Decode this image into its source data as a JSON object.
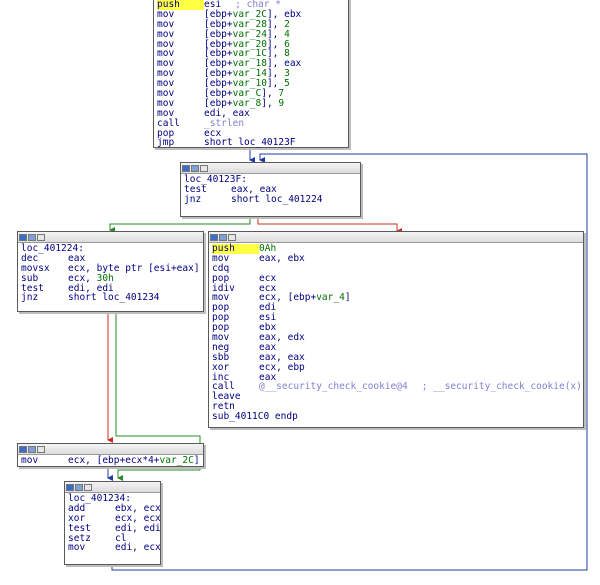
{
  "title_icons": [
    "graph-node-icon",
    "comment-node-icon",
    "color-node-icon"
  ],
  "colors": {
    "edge_blue": "#1e3ca0",
    "edge_green": "#2a8a2a",
    "edge_red": "#c83020",
    "highlight": "#ffff44",
    "text": "#000080",
    "number": "#007000"
  },
  "nodes": {
    "top": {
      "lines": [
        {
          "mn": "push",
          "op": "esi",
          "cmt": "; char *",
          "hl": true
        },
        {
          "mn": "mov",
          "parts": [
            {
              "t": "[ebp+"
            },
            {
              "t": "var_2C",
              "c": "var"
            },
            {
              "t": "], ebx"
            }
          ]
        },
        {
          "mn": "mov",
          "parts": [
            {
              "t": "[ebp+"
            },
            {
              "t": "var_28",
              "c": "var"
            },
            {
              "t": "], "
            },
            {
              "t": "2",
              "c": "num"
            }
          ]
        },
        {
          "mn": "mov",
          "parts": [
            {
              "t": "[ebp+"
            },
            {
              "t": "var_24",
              "c": "var"
            },
            {
              "t": "], "
            },
            {
              "t": "4",
              "c": "num"
            }
          ]
        },
        {
          "mn": "mov",
          "parts": [
            {
              "t": "[ebp+"
            },
            {
              "t": "var_20",
              "c": "var"
            },
            {
              "t": "], "
            },
            {
              "t": "6",
              "c": "num"
            }
          ]
        },
        {
          "mn": "mov",
          "parts": [
            {
              "t": "[ebp+"
            },
            {
              "t": "var_1C",
              "c": "var"
            },
            {
              "t": "], "
            },
            {
              "t": "8",
              "c": "num"
            }
          ]
        },
        {
          "mn": "mov",
          "parts": [
            {
              "t": "[ebp+"
            },
            {
              "t": "var_18",
              "c": "var"
            },
            {
              "t": "], eax"
            }
          ]
        },
        {
          "mn": "mov",
          "parts": [
            {
              "t": "[ebp+"
            },
            {
              "t": "var_14",
              "c": "var"
            },
            {
              "t": "], "
            },
            {
              "t": "3",
              "c": "num"
            }
          ]
        },
        {
          "mn": "mov",
          "parts": [
            {
              "t": "[ebp+"
            },
            {
              "t": "var_10",
              "c": "var"
            },
            {
              "t": "], "
            },
            {
              "t": "5",
              "c": "num"
            }
          ]
        },
        {
          "mn": "mov",
          "parts": [
            {
              "t": "[ebp+"
            },
            {
              "t": "var_C",
              "c": "var"
            },
            {
              "t": "], "
            },
            {
              "t": "7",
              "c": "num"
            }
          ]
        },
        {
          "mn": "mov",
          "parts": [
            {
              "t": "[ebp+"
            },
            {
              "t": "var_8",
              "c": "var"
            },
            {
              "t": "], "
            },
            {
              "t": "9",
              "c": "num"
            }
          ]
        },
        {
          "mn": "mov",
          "op": "edi, eax"
        },
        {
          "mn": "call",
          "parts": [
            {
              "t": "_strlen",
              "c": "fn"
            }
          ]
        },
        {
          "mn": "pop",
          "op": "ecx"
        },
        {
          "mn": "jmp",
          "op": "short loc_40123F"
        }
      ]
    },
    "loc_40123F": {
      "lines": [
        {
          "label": "loc_40123F:"
        },
        {
          "mn": "test",
          "op": "eax, eax"
        },
        {
          "mn": "jnz",
          "op": "short loc_401224"
        }
      ]
    },
    "loc_401224": {
      "lines": [
        {
          "label": "loc_401224:"
        },
        {
          "mn": "dec",
          "op": "eax"
        },
        {
          "mn": "movsx",
          "op": "ecx, byte ptr [esi+eax]"
        },
        {
          "mn": "sub",
          "parts": [
            {
              "t": "ecx, "
            },
            {
              "t": "30h",
              "c": "num"
            }
          ]
        },
        {
          "mn": "test",
          "op": "edi, edi"
        },
        {
          "mn": "jnz",
          "op": "short loc_401234"
        }
      ]
    },
    "exit": {
      "lines": [
        {
          "mn": "push",
          "parts": [
            {
              "t": "0Ah",
              "c": "num"
            }
          ],
          "hl": true
        },
        {
          "mn": "mov",
          "op": "eax, ebx"
        },
        {
          "mn": "cdq",
          "op": ""
        },
        {
          "mn": "pop",
          "op": "ecx"
        },
        {
          "mn": "idiv",
          "op": "ecx"
        },
        {
          "mn": "mov",
          "parts": [
            {
              "t": "ecx, [ebp+"
            },
            {
              "t": "var_4",
              "c": "var"
            },
            {
              "t": "]"
            }
          ]
        },
        {
          "mn": "pop",
          "op": "edi"
        },
        {
          "mn": "pop",
          "op": "esi"
        },
        {
          "mn": "pop",
          "op": "ebx"
        },
        {
          "mn": "mov",
          "op": "eax, edx"
        },
        {
          "mn": "neg",
          "op": "eax"
        },
        {
          "mn": "sbb",
          "op": "eax, eax"
        },
        {
          "mn": "xor",
          "op": "ecx, ebp"
        },
        {
          "mn": "inc",
          "op": "eax"
        },
        {
          "mn": "call",
          "parts": [
            {
              "t": "@__security_check_cookie@4",
              "c": "fn"
            }
          ],
          "cmt": "; __security_check_cookie(x)"
        },
        {
          "mn": "leave",
          "op": ""
        },
        {
          "mn": "retn",
          "op": ""
        },
        {
          "label": "sub_4011C0 endp"
        }
      ]
    },
    "mid": {
      "lines": [
        {
          "mn": "mov",
          "parts": [
            {
              "t": "ecx, [ebp+ecx*4+"
            },
            {
              "t": "var_2C",
              "c": "var"
            },
            {
              "t": "]"
            }
          ]
        }
      ]
    },
    "loc_401234": {
      "lines": [
        {
          "label": "loc_401234:"
        },
        {
          "mn": "add",
          "op": "ebx, ecx"
        },
        {
          "mn": "xor",
          "op": "ecx, ecx"
        },
        {
          "mn": "test",
          "op": "edi, edi"
        },
        {
          "mn": "setz",
          "op": "cl"
        },
        {
          "mn": "mov",
          "op": "edi, ecx"
        }
      ]
    }
  }
}
